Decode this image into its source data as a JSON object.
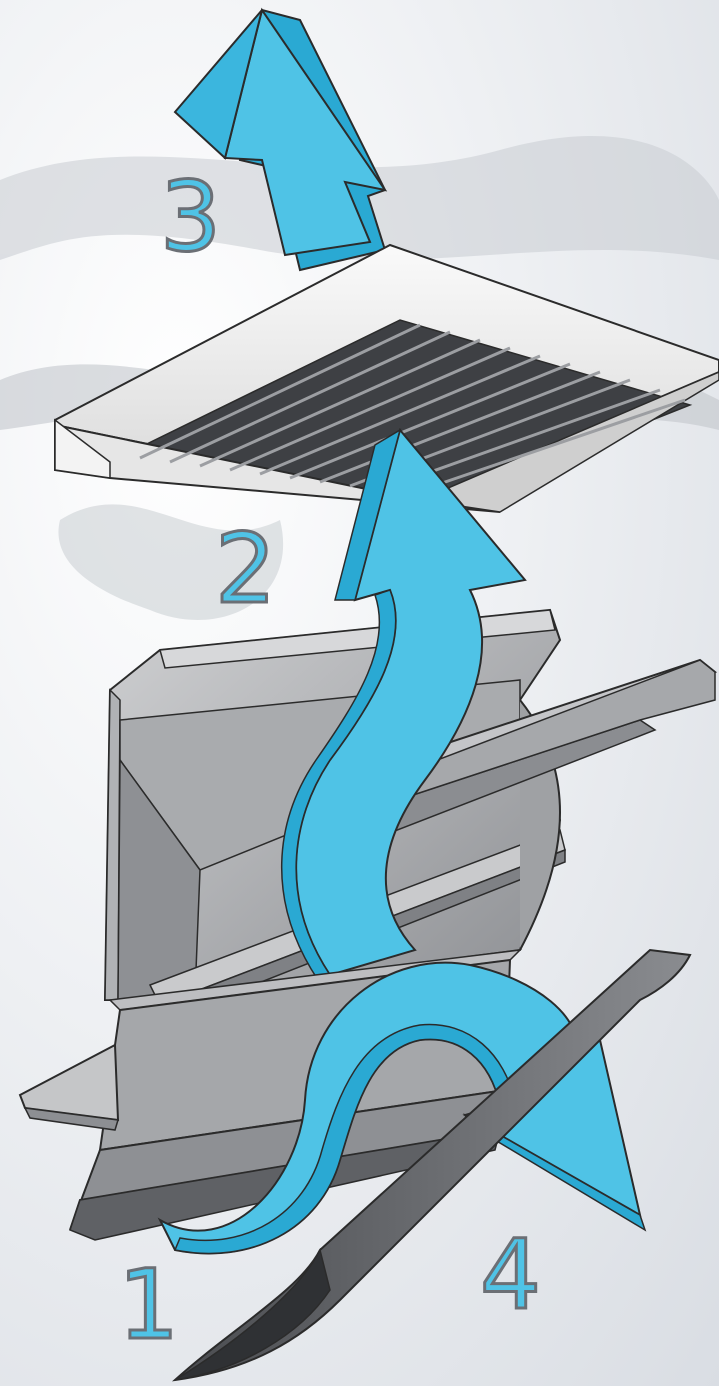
{
  "diagram": {
    "labels": {
      "step1": "1",
      "step2": "2",
      "step3": "3",
      "step4": "4"
    },
    "components": [
      "filter-panel",
      "separator-baffle",
      "lower-blade"
    ],
    "colors": {
      "arrow_fill": "#4fc3e6",
      "arrow_side": "#2aa9d3",
      "outline": "#2b2b2b",
      "metal_light": "#c9cacc",
      "metal_mid": "#9d9ea1",
      "metal_dark": "#6e7074",
      "filter_frame": "#f2f2f2",
      "label_fill": "#4fc3e6",
      "label_stroke": "#6b6f75"
    }
  }
}
